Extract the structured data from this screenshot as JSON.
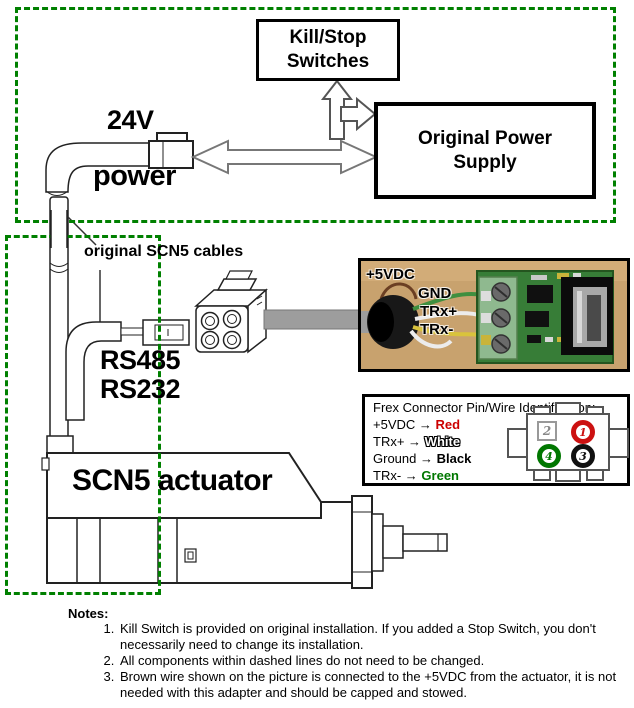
{
  "diagram": {
    "kill_stop": {
      "line1": "Kill/Stop",
      "line2": "Switches"
    },
    "power_supply": {
      "line1": "Original Power",
      "line2": "Supply"
    },
    "label_24v": "24V",
    "label_power": "power",
    "label_original_cables": "original SCN5 cables",
    "label_rs485": "RS485",
    "label_rs232": "RS232",
    "label_actuator": "SCN5 actuator"
  },
  "photo": {
    "labels": [
      "+5VDC",
      "GND",
      "TRx+",
      "TRx-"
    ]
  },
  "frex": {
    "title": "Frex Connector Pin/Wire Identification:",
    "arrow": "→",
    "rows": [
      {
        "signal": "+5VDC",
        "wire": "Red"
      },
      {
        "signal": "TRx+",
        "wire": "White"
      },
      {
        "signal": "Ground",
        "wire": "Black"
      },
      {
        "signal": "TRx-",
        "wire": "Green"
      }
    ],
    "pins": [
      {
        "num": "2"
      },
      {
        "num": "1"
      },
      {
        "num": "4"
      },
      {
        "num": "3"
      }
    ]
  },
  "notes": {
    "heading": "Notes:",
    "items": [
      "Kill Switch is provided on original installation. If you added a Stop Switch, you don't necessarily need to change its installation.",
      "All components within dashed lines do not need to be changed.",
      "Brown wire shown on the picture is connected to the +5VDC from the actuator, it is not needed with this adapter and should be capped and stowed."
    ]
  },
  "colors": {
    "dashed_border": "#008000",
    "wire_red": "#cc0000",
    "wire_white": "#ffffff",
    "wire_black": "#000000",
    "wire_green": "#007700"
  }
}
